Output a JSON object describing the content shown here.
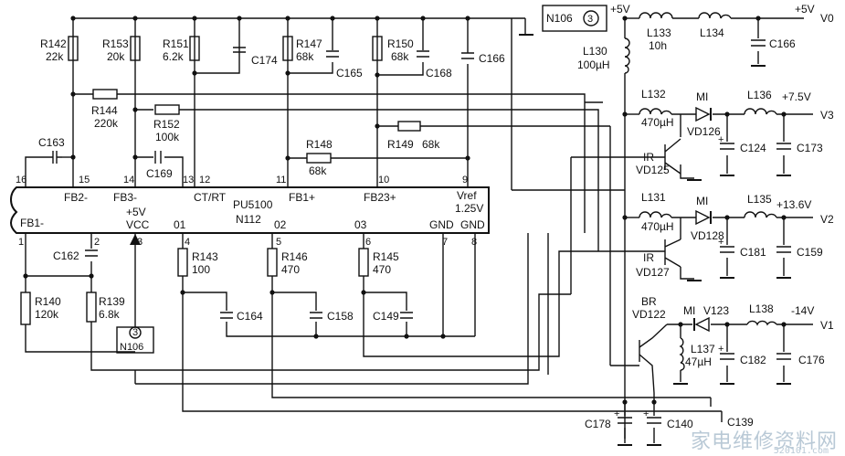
{
  "ic": {
    "model": "PU5100",
    "ref": "N112",
    "pins_top": [
      {
        "num": "16",
        "label": ""
      },
      {
        "num": "15",
        "label": "FB2-"
      },
      {
        "num": "14",
        "label": "FB3-"
      },
      {
        "num": "13",
        "label": ""
      },
      {
        "num": "12",
        "label": "CT/RT"
      },
      {
        "num": "11",
        "label": "FB1+"
      },
      {
        "num": "10",
        "label": "FB23+"
      },
      {
        "num": "9",
        "label": "Vref"
      }
    ],
    "vref_value": "1.25V",
    "pins_bottom": [
      {
        "num": "1",
        "label": "FB1-"
      },
      {
        "num": "2",
        "label": ""
      },
      {
        "num": "3",
        "label": "VCC"
      },
      {
        "num": "4",
        "label": "01"
      },
      {
        "num": "5",
        "label": "02"
      },
      {
        "num": "6",
        "label": "03"
      },
      {
        "num": "7",
        "label": "GND"
      },
      {
        "num": "8",
        "label": "GND"
      }
    ],
    "vcc_supply": "+5V"
  },
  "components": {
    "R142": {
      "ref": "R142",
      "value": "22k"
    },
    "R153": {
      "ref": "R153",
      "value": "20k"
    },
    "R151": {
      "ref": "R151",
      "value": "6.2k"
    },
    "C174": {
      "ref": "C174"
    },
    "R147": {
      "ref": "R147",
      "value": "68k"
    },
    "C165": {
      "ref": "C165"
    },
    "R150": {
      "ref": "R150",
      "value": "68k"
    },
    "C168": {
      "ref": "C168"
    },
    "C166a": {
      "ref": "C166"
    },
    "R144": {
      "ref": "R144",
      "value": "220k"
    },
    "R152": {
      "ref": "R152",
      "value": "100k"
    },
    "C163": {
      "ref": "C163"
    },
    "C169": {
      "ref": "C169"
    },
    "R148": {
      "ref": "R148",
      "value": "68k"
    },
    "R149": {
      "ref": "R149",
      "value": "68k"
    },
    "C162": {
      "ref": "C162"
    },
    "R140": {
      "ref": "R140",
      "value": "120k"
    },
    "R139": {
      "ref": "R139",
      "value": "6.8k"
    },
    "R143": {
      "ref": "R143",
      "value": "100"
    },
    "R146": {
      "ref": "R146",
      "value": "470"
    },
    "R145": {
      "ref": "R145",
      "value": "470"
    },
    "C164": {
      "ref": "C164"
    },
    "C158": {
      "ref": "C158"
    },
    "C149": {
      "ref": "C149"
    },
    "N106a": {
      "ref": "N106",
      "pin": "3"
    },
    "N106b": {
      "ref": "N106",
      "pin": "3"
    },
    "L130": {
      "ref": "L130",
      "value": "100µH"
    },
    "L133": {
      "ref": "L133",
      "value": "10h"
    },
    "L134": {
      "ref": "L134"
    },
    "C166b": {
      "ref": "C166"
    },
    "L132": {
      "ref": "L132",
      "value": "470µH"
    },
    "VD126": {
      "ref": "VD126",
      "type": "MI"
    },
    "L136": {
      "ref": "L136"
    },
    "VD125": {
      "ref": "VD125",
      "type": "IR"
    },
    "C124": {
      "ref": "C124"
    },
    "C173": {
      "ref": "C173"
    },
    "L131": {
      "ref": "L131",
      "value": "470µH"
    },
    "VD128": {
      "ref": "VD128",
      "type": "MI"
    },
    "L135": {
      "ref": "L135"
    },
    "VD127": {
      "ref": "VD127",
      "type": "IR"
    },
    "C181": {
      "ref": "C181"
    },
    "C159": {
      "ref": "C159"
    },
    "VD122": {
      "ref": "VD122",
      "type": "BR"
    },
    "V123": {
      "ref": "V123",
      "type": "MI"
    },
    "L138": {
      "ref": "L138"
    },
    "L137": {
      "ref": "L137",
      "value": "47µH"
    },
    "C182": {
      "ref": "C182"
    },
    "C176": {
      "ref": "C176"
    },
    "C178": {
      "ref": "C178"
    },
    "C140": {
      "ref": "C140"
    },
    "C139": {
      "ref": "C139"
    }
  },
  "rails": {
    "top_supply": "+5V",
    "v0": {
      "voltage": "+5V",
      "name": "V0"
    },
    "v3": {
      "voltage": "+7.5V",
      "name": "V3"
    },
    "v2": {
      "voltage": "+13.6V",
      "name": "V2"
    },
    "v1": {
      "voltage": "-14V",
      "name": "V1"
    }
  },
  "watermark": {
    "text": "家电维修资料网",
    "url": "520101.com"
  }
}
